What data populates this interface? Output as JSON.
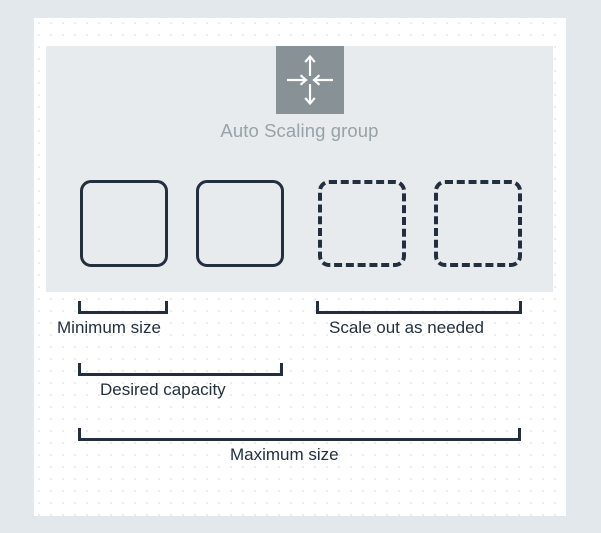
{
  "diagram": {
    "canvas_bg": "#e3e8ec",
    "card_bg": "#ffffff",
    "group": {
      "panel_color": "#e8ebed",
      "icon_name": "auto-scaling-icon",
      "icon_bg": "#879196",
      "title": "Auto Scaling group",
      "title_color": "#98a2a8"
    },
    "instance_color": "#232f3e",
    "instances": [
      {
        "name": "instance-1",
        "style": "solid",
        "state": "running"
      },
      {
        "name": "instance-2",
        "style": "solid",
        "state": "running"
      },
      {
        "name": "instance-3",
        "style": "dashed",
        "state": "potential"
      },
      {
        "name": "instance-4",
        "style": "dashed",
        "state": "potential"
      }
    ],
    "brackets": [
      {
        "name": "minimum-size",
        "label": "Minimum size",
        "spans": 1,
        "label_align": "left"
      },
      {
        "name": "scale-out-as-needed",
        "label": "Scale out as needed",
        "spans": 2,
        "label_align": "center"
      },
      {
        "name": "desired-capacity",
        "label": "Desired capacity",
        "spans": 2,
        "label_align": "center"
      },
      {
        "name": "maximum-size",
        "label": "Maximum size",
        "spans": 4,
        "label_align": "center"
      }
    ]
  }
}
